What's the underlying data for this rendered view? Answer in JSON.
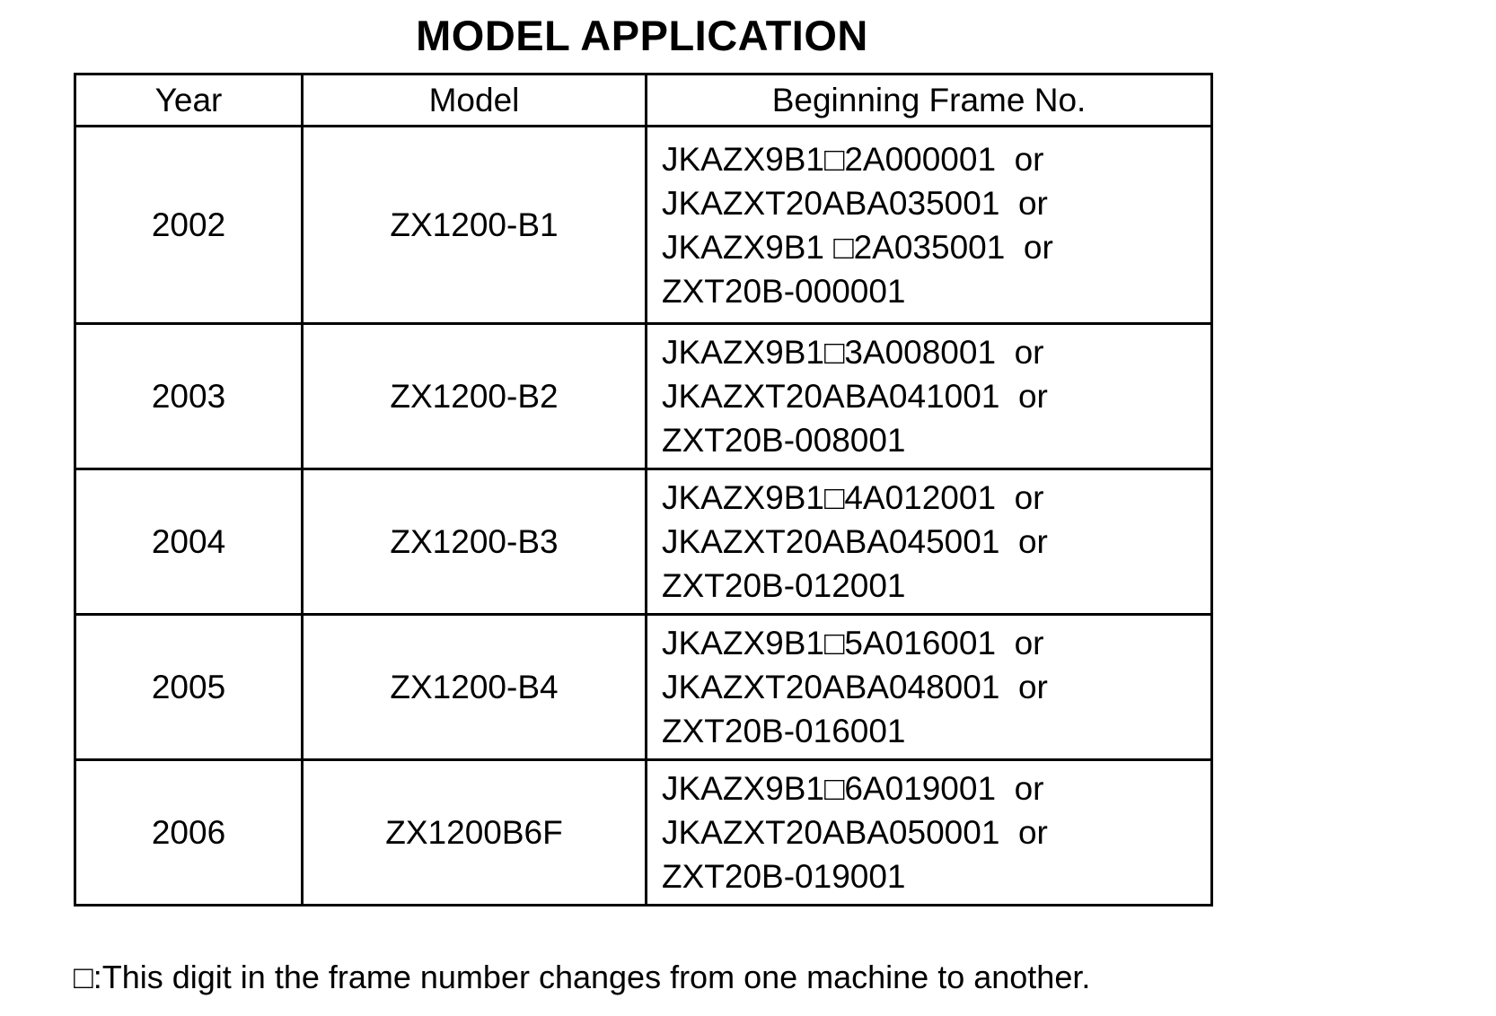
{
  "title": "MODEL APPLICATION",
  "table": {
    "columns": [
      "Year",
      "Model",
      "Beginning Frame No."
    ],
    "rows": [
      {
        "year": "2002",
        "model": "ZX1200-B1",
        "frames": [
          "JKAZX9B1□2A000001  or",
          "JKAZXT20ABA035001  or",
          "JKAZX9B1 □2A035001  or",
          "ZXT20B-000001"
        ]
      },
      {
        "year": "2003",
        "model": "ZX1200-B2",
        "frames": [
          "JKAZX9B1□3A008001  or",
          "JKAZXT20ABA041001  or",
          "ZXT20B-008001"
        ]
      },
      {
        "year": "2004",
        "model": "ZX1200-B3",
        "frames": [
          "JKAZX9B1□4A012001  or",
          "JKAZXT20ABA045001  or",
          "ZXT20B-012001"
        ]
      },
      {
        "year": "2005",
        "model": "ZX1200-B4",
        "frames": [
          "JKAZX9B1□5A016001  or",
          "JKAZXT20ABA048001  or",
          "ZXT20B-016001"
        ]
      },
      {
        "year": "2006",
        "model": "ZX1200B6F",
        "frames": [
          "JKAZX9B1□6A019001  or",
          "JKAZXT20ABA050001  or",
          "ZXT20B-019001"
        ]
      }
    ]
  },
  "footnote": "□:This digit in the frame number changes from one machine to another."
}
